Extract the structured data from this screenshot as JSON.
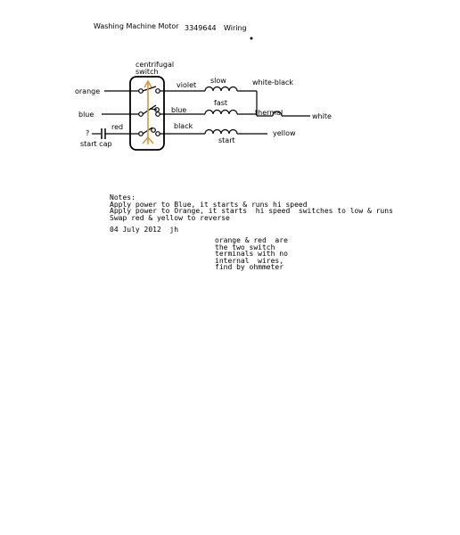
{
  "header": {
    "title": "Washing Machine Motor",
    "part_number": "3349644",
    "subtitle": "Wiring"
  },
  "diagram": {
    "switch_label_1": "centrifugal",
    "switch_label_2": "switch",
    "left_labels": {
      "orange": "orange",
      "blue": "blue",
      "unknown": "?",
      "red": "red",
      "start_cap": "start cap"
    },
    "mid_labels": {
      "violet": "violet",
      "blue": "blue",
      "black": "black"
    },
    "windings": {
      "slow": "slow",
      "fast": "fast",
      "start": "start"
    },
    "right_labels": {
      "white_black": "white-black",
      "thermal": "thermal",
      "white": "white",
      "yellow": "yellow"
    }
  },
  "notes": {
    "heading": "Notes:",
    "lines": [
      "Apply power to Blue, it starts & runs hi speed",
      "Apply power to Orange, it starts  hi speed  switches to low & runs",
      "Swap red & yellow to reverse"
    ],
    "date": "04 July 2012  jh",
    "side_note": [
      "orange & red  are",
      "the two switch",
      "terminals with no",
      "internal  wires,",
      "find by ohmmeter"
    ]
  },
  "colors": {
    "line": "#000000",
    "switch_arm": "#d89a3a"
  }
}
